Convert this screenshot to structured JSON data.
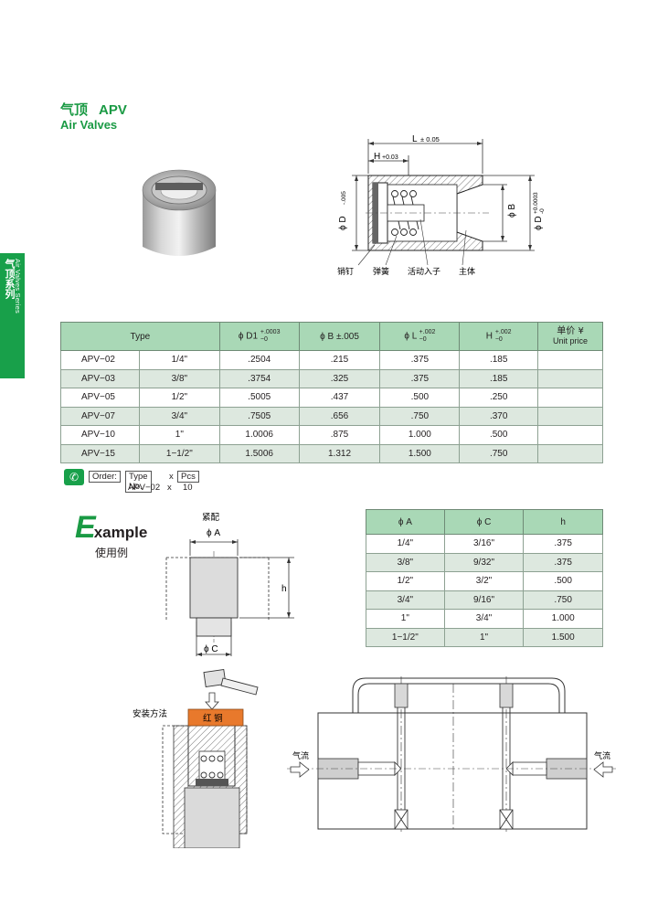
{
  "side_tab": {
    "en": "Air Valves Series",
    "zh": "气顶系列"
  },
  "heading": {
    "zh": "气顶",
    "code": "APV",
    "en": "Air Valves"
  },
  "drawing": {
    "L": "L",
    "L_tol": "± 0.05",
    "H": "H",
    "H_tol": "+0.03",
    "D_left": "ϕ D",
    "D_left_tol": "-.005",
    "B": "ϕ B",
    "D_right": "ϕ D",
    "D_right_tol_plus": "+0.0003",
    "D_right_tol_minus": "-0",
    "callouts": [
      "销钉",
      "弹簧",
      "活动入子",
      "主体"
    ]
  },
  "spec_table": {
    "headers": {
      "type": "Type",
      "d1": "ϕ D1",
      "d1_plus": "+.0003",
      "d1_minus": "−0",
      "b": "ϕ B ±.005",
      "l": "ϕ L",
      "l_plus": "+.002",
      "l_minus": "−0",
      "h": "H",
      "h_plus": "+.002",
      "h_minus": "−0",
      "price_zh": "单价 ¥",
      "price_en": "Unit price"
    },
    "rows": [
      {
        "type": "APV−02",
        "size": "1/4\"",
        "d1": ".2504",
        "b": ".215",
        "l": ".375",
        "h": ".185",
        "price": ""
      },
      {
        "type": "APV−03",
        "size": "3/8\"",
        "d1": ".3754",
        "b": ".325",
        "l": ".375",
        "h": ".185",
        "price": ""
      },
      {
        "type": "APV−05",
        "size": "1/2\"",
        "d1": ".5005",
        "b": ".437",
        "l": ".500",
        "h": ".250",
        "price": ""
      },
      {
        "type": "APV−07",
        "size": "3/4\"",
        "d1": ".7505",
        "b": ".656",
        "l": ".750",
        "h": ".370",
        "price": ""
      },
      {
        "type": "APV−10",
        "size": "1\"",
        "d1": "1.0006",
        "b": ".875",
        "l": "1.000",
        "h": ".500",
        "price": ""
      },
      {
        "type": "APV−15",
        "size": "1−1/2\"",
        "d1": "1.5006",
        "b": "1.312",
        "l": "1.500",
        "h": ".750",
        "price": ""
      }
    ]
  },
  "order": {
    "label": "Order:",
    "type_no": "Type No.",
    "x1": "x",
    "pcs": "Pcs",
    "ex_type": "APV−02",
    "x2": "x",
    "ex_qty": "10"
  },
  "example": {
    "title_big": "E",
    "title_rest": "xample",
    "subtitle": "使用例",
    "fit_label": "紧配",
    "phi_a": "ϕ A",
    "phi_c": "ϕ C",
    "h": "h",
    "install_label": "安装方法",
    "copper_label": "红 铜",
    "airflow_left": "气流",
    "airflow_right": "气流"
  },
  "example_table": {
    "headers": [
      "ϕ A",
      "ϕ C",
      "h"
    ],
    "rows": [
      [
        "1/4\"",
        "3/16\"",
        ".375"
      ],
      [
        "3/8\"",
        "9/32\"",
        ".375"
      ],
      [
        "1/2\"",
        "3/2\"",
        ".500"
      ],
      [
        "3/4\"",
        "9/16\"",
        ".750"
      ],
      [
        "1\"",
        "3/4\"",
        "1.000"
      ],
      [
        "1−1/2\"",
        "1\"",
        "1.500"
      ]
    ]
  },
  "colors": {
    "accent_green": "#1a9a44",
    "table_header": "#a9d8b6",
    "table_alt_row": "#dde8df",
    "copper": "#e8792c"
  }
}
